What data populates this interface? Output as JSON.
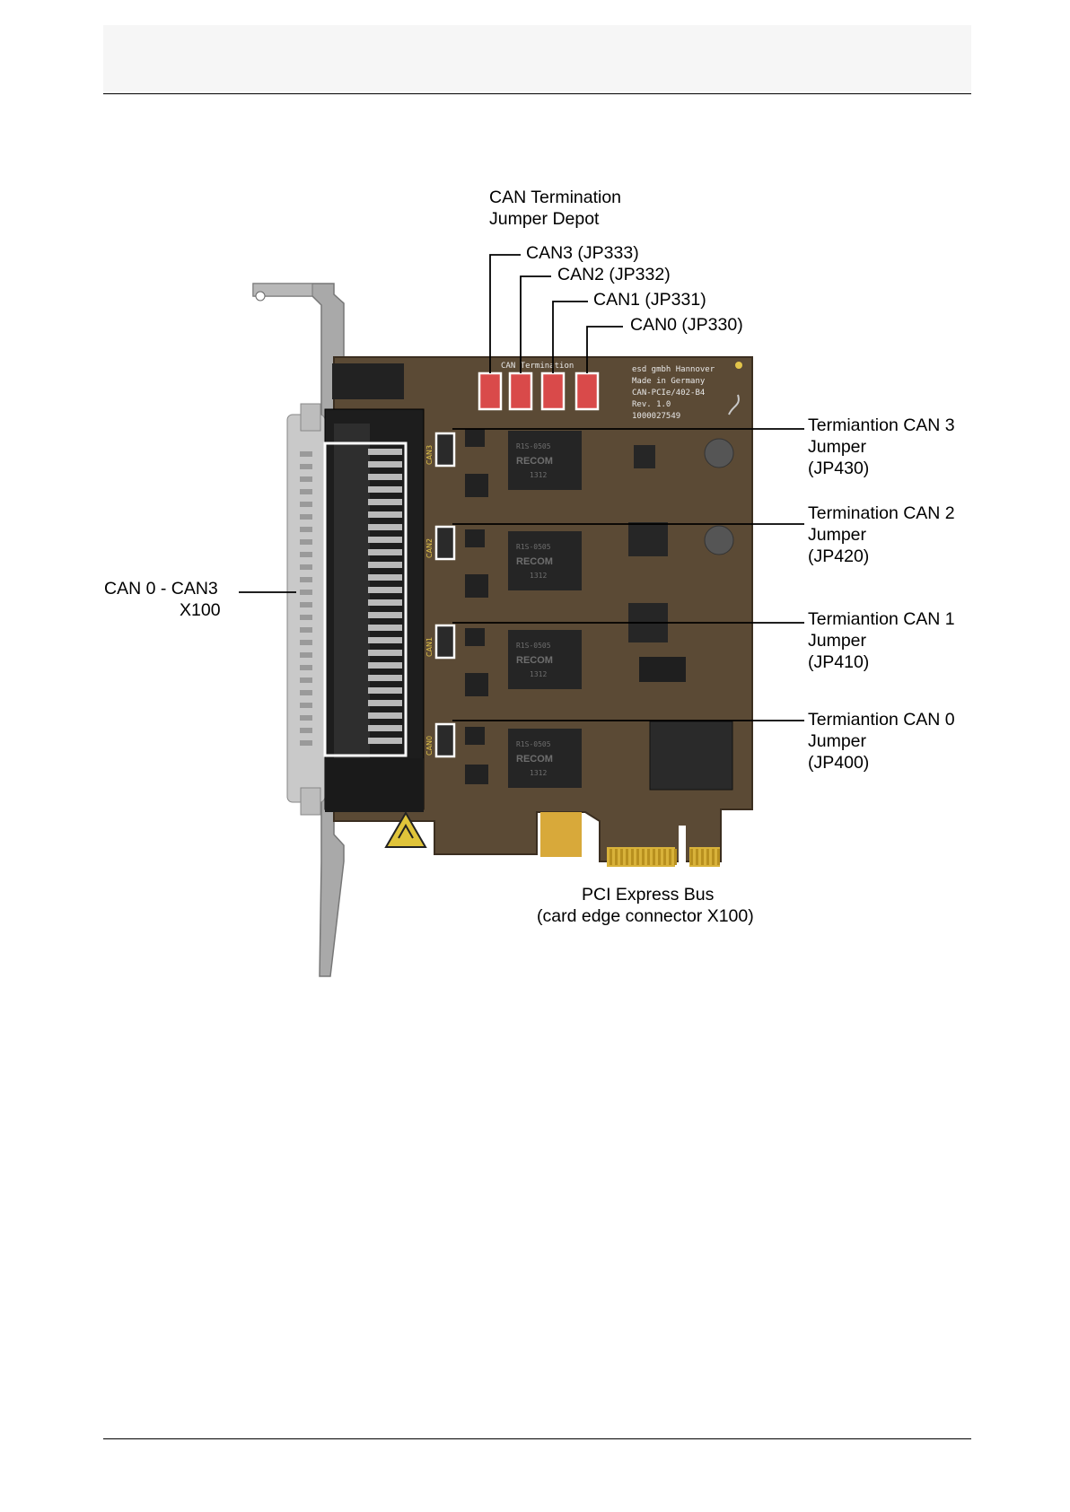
{
  "labels": {
    "depot_title_line1": "CAN Termination",
    "depot_title_line2": "Jumper Depot",
    "can3_depot": "CAN3 (JP333)",
    "can2_depot": "CAN2 (JP332)",
    "can1_depot": "CAN1 (JP331)",
    "can0_depot": "CAN0 (JP330)",
    "term_can3_line1": "Termiantion CAN 3",
    "term_can3_line2": "Jumper",
    "term_can3_line3": "(JP430)",
    "term_can2_line1": "Termination CAN 2",
    "term_can2_line2": "Jumper",
    "term_can2_line3": "(JP420)",
    "term_can1_line1": "Termiantion CAN 1",
    "term_can1_line2": "Jumper",
    "term_can1_line3": "(JP410)",
    "term_can0_line1": "Termiantion CAN 0",
    "term_can0_line2": "Jumper",
    "term_can0_line3": "(JP400)",
    "connector_line1": "CAN 0 - CAN3",
    "connector_line2": "X100",
    "bus_line1": "PCI Express Bus",
    "bus_line2": "(card edge connector X100)"
  },
  "board_print": {
    "silk_depot": "CAN Termination",
    "maker_line1": "esd gmbh Hannover",
    "maker_line2": "Made in Germany",
    "maker_line3": "CAN-PCIe/402-B4",
    "maker_line4": "Rev. 1.0",
    "maker_line5": "1000027549",
    "dcdc_line1": "R1S-0505",
    "dcdc_line2": "RECOM",
    "dcdc_line3": "1312",
    "jumper_can3": "CAN3",
    "jumper_can2": "CAN2",
    "jumper_can1": "CAN1",
    "jumper_can0": "CAN0"
  },
  "colors": {
    "pcb": "#5b4a35",
    "bracket": "#a9a9a9",
    "depot_jumper": "#d94a4a",
    "gold": "#d8b23a"
  }
}
